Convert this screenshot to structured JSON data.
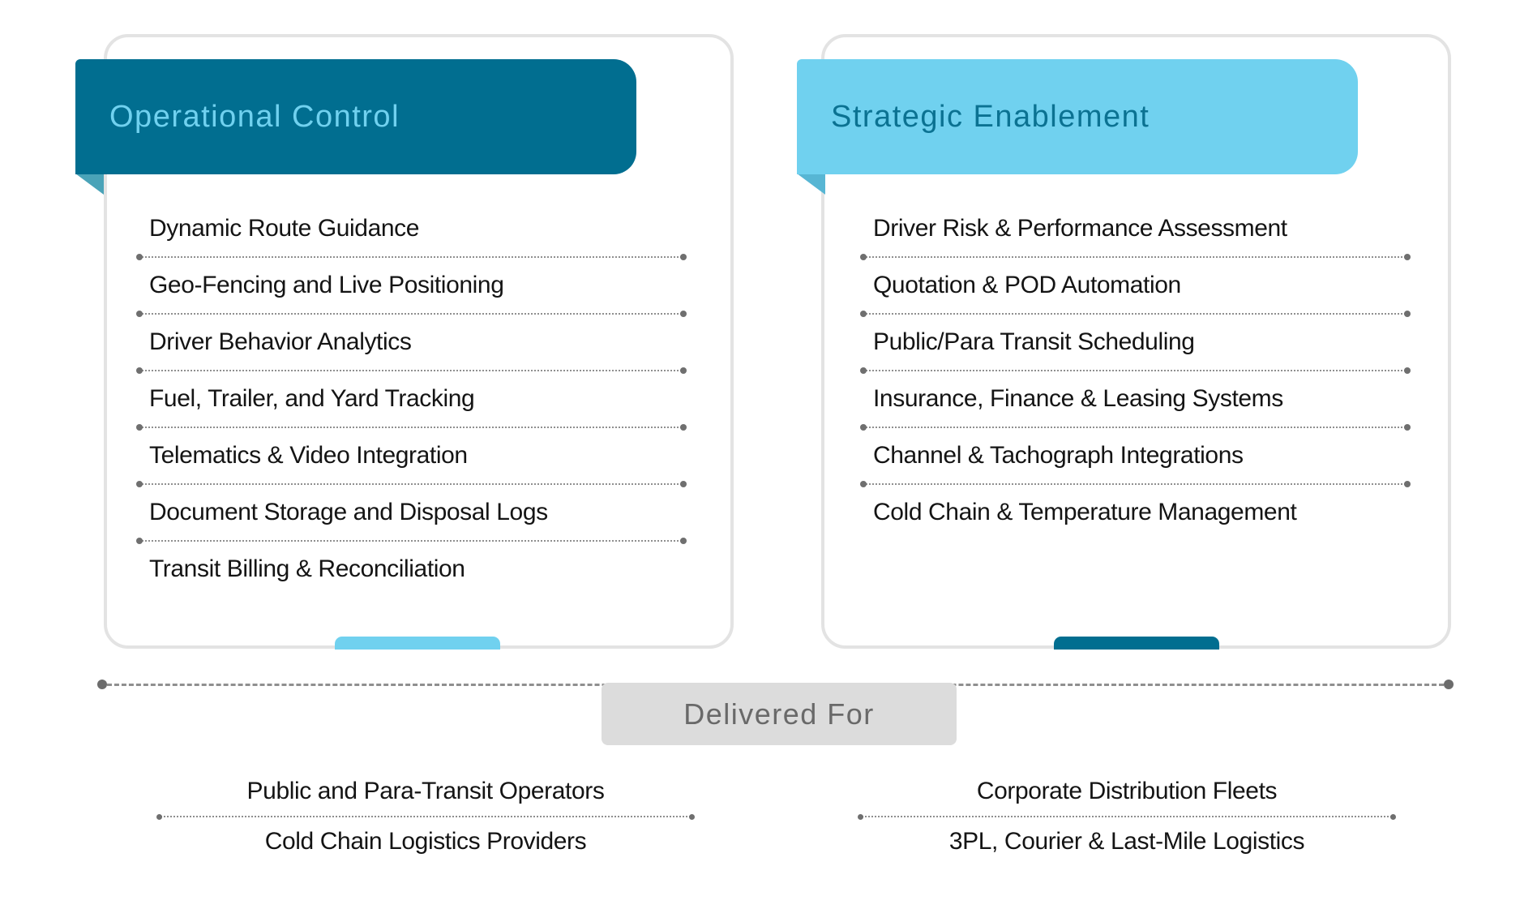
{
  "cards": [
    {
      "title": "Operational Control",
      "header_bg": "#016e90",
      "header_text_color": "#70d1ef",
      "fold_color": "#4aa3b8",
      "bottom_tab_color": "#70d1ef",
      "items": [
        "Dynamic Route Guidance",
        "Geo-Fencing and Live Positioning",
        "Driver Behavior Analytics",
        "Fuel, Trailer, and Yard Tracking",
        "Telematics & Video Integration",
        "Document Storage and Disposal Logs",
        "Transit Billing & Reconciliation"
      ]
    },
    {
      "title": "Strategic Enablement",
      "header_bg": "#70d1ef",
      "header_text_color": "#0b7292",
      "fold_color": "#57b6d4",
      "bottom_tab_color": "#016e90",
      "items": [
        "Driver Risk & Performance Assessment",
        "Quotation & POD Automation",
        "Public/Para Transit Scheduling",
        "Insurance, Finance & Leasing Systems",
        "Channel & Tachograph Integrations",
        "Cold Chain & Temperature Management"
      ]
    }
  ],
  "delivered_for": {
    "label": "Delivered For",
    "box_bg": "#dcdcdc",
    "label_color": "#696969",
    "columns": [
      {
        "items": [
          "Public and Para-Transit Operators",
          "Cold Chain Logistics Providers"
        ]
      },
      {
        "items": [
          "Corporate Distribution Fleets",
          "3PL, Courier & Last-Mile Logistics"
        ]
      }
    ]
  },
  "colors": {
    "dark_teal": "#016e90",
    "light_blue": "#70d1ef",
    "card_border": "#e3e3e3",
    "divider_gray": "#8f8f8f",
    "text": "#141414"
  }
}
